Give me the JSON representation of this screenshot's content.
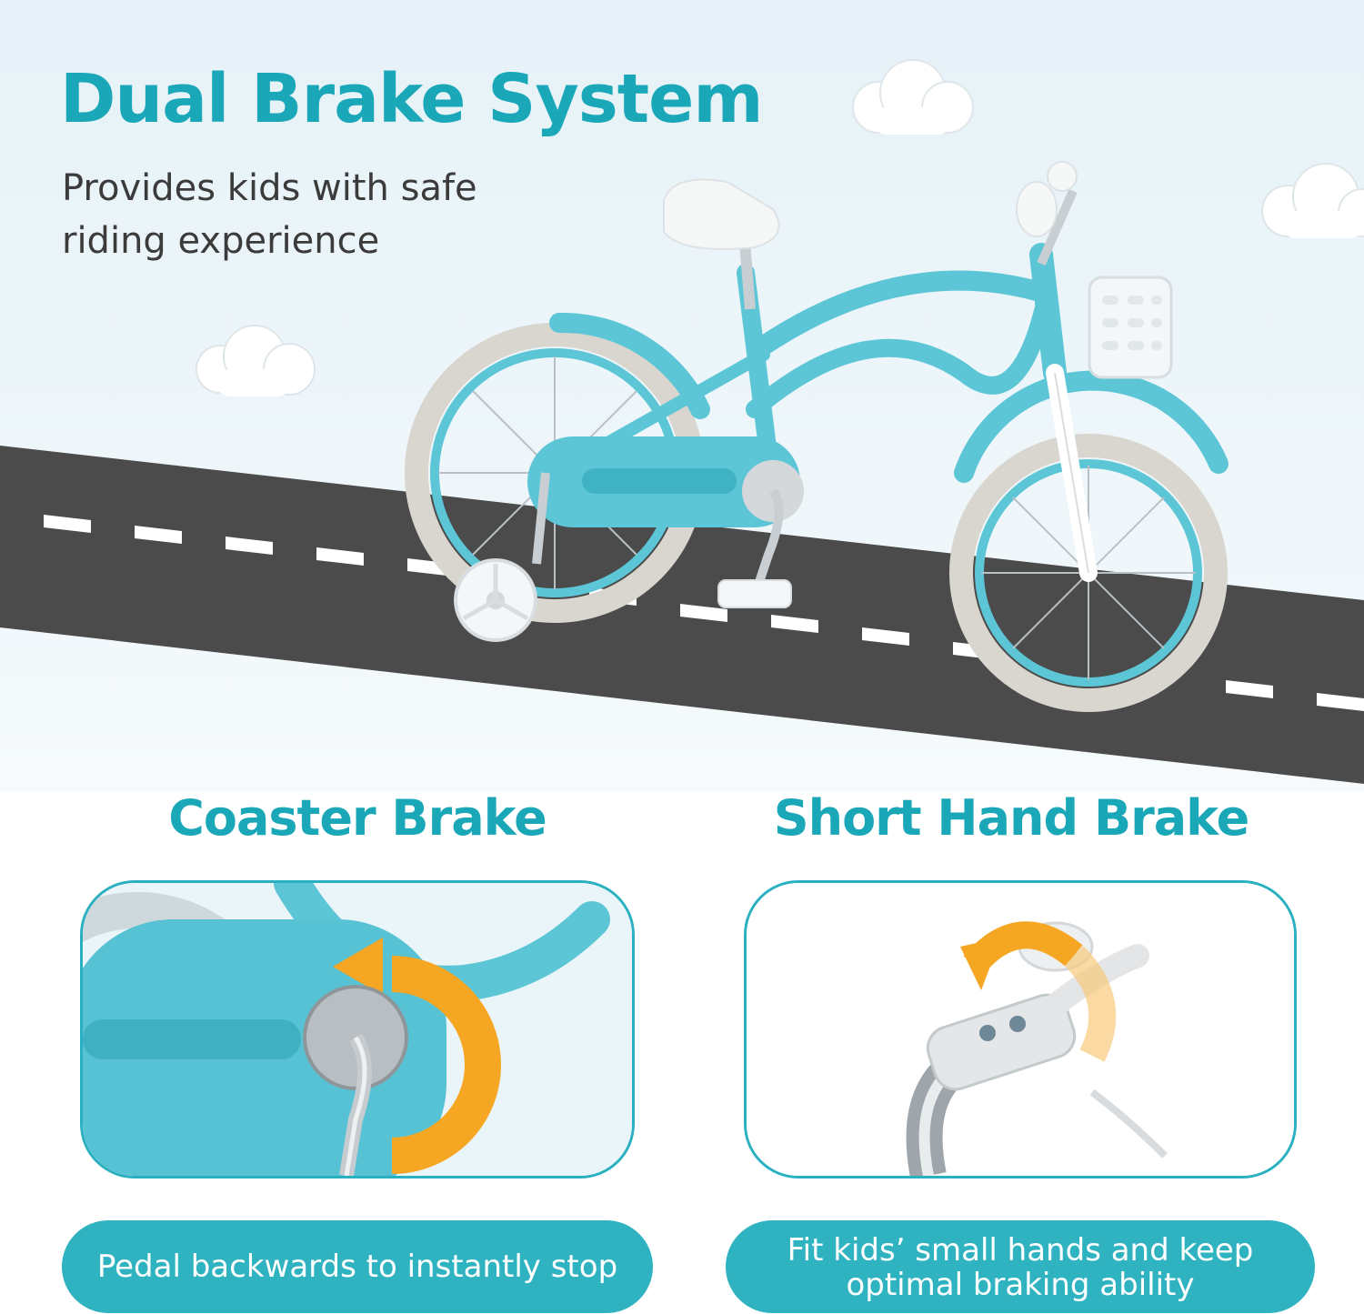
{
  "hero": {
    "title": "Dual Brake System",
    "subtitle_line1": "Provides kids with safe",
    "subtitle_line2": "riding experience"
  },
  "features": [
    {
      "heading": "Coaster Brake",
      "caption_line1": "Pedal backwards to instantly stop",
      "caption_line2": ""
    },
    {
      "heading": "Short Hand Brake",
      "caption_line1": "Fit kids’ small hands and keep",
      "caption_line2": "optimal braking ability"
    }
  ],
  "colors": {
    "accent": "#1aa7b8",
    "pill": "#2fb3c1",
    "bike_frame": "#5cc6d6",
    "road": "#4a4a4a",
    "arrow": "#f5a623"
  },
  "icons": [
    "cloud-icon",
    "bike-illustration",
    "rotation-arrow-icon",
    "lever-arrow-icon"
  ]
}
